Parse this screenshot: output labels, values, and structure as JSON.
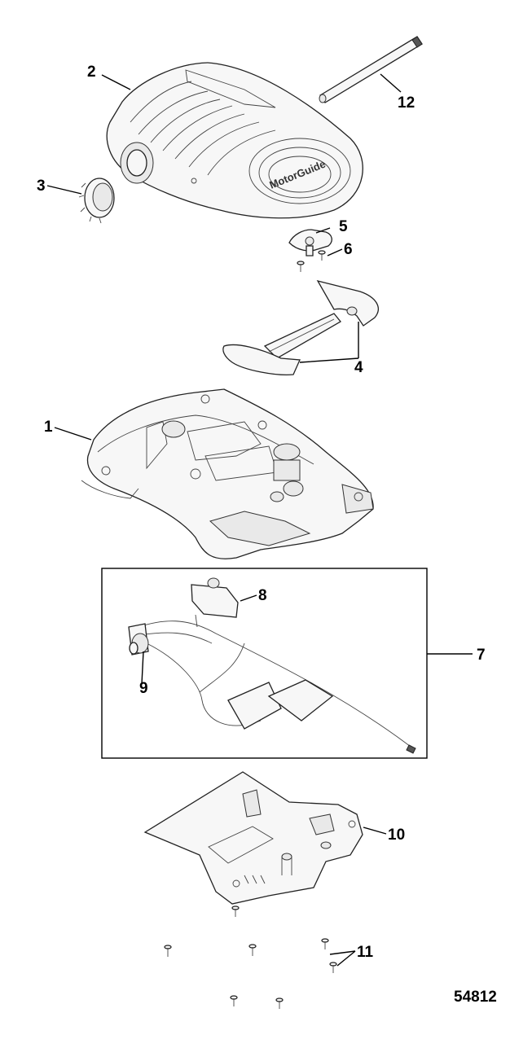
{
  "callouts": {
    "c1": "1",
    "c2": "2",
    "c3": "3",
    "c4": "4",
    "c5": "5",
    "c6": "6",
    "c7": "7",
    "c8": "8",
    "c9": "9",
    "c10": "10",
    "c11": "11",
    "c12": "12"
  },
  "logo_text": "MotorGuide",
  "figure_number": "54812"
}
